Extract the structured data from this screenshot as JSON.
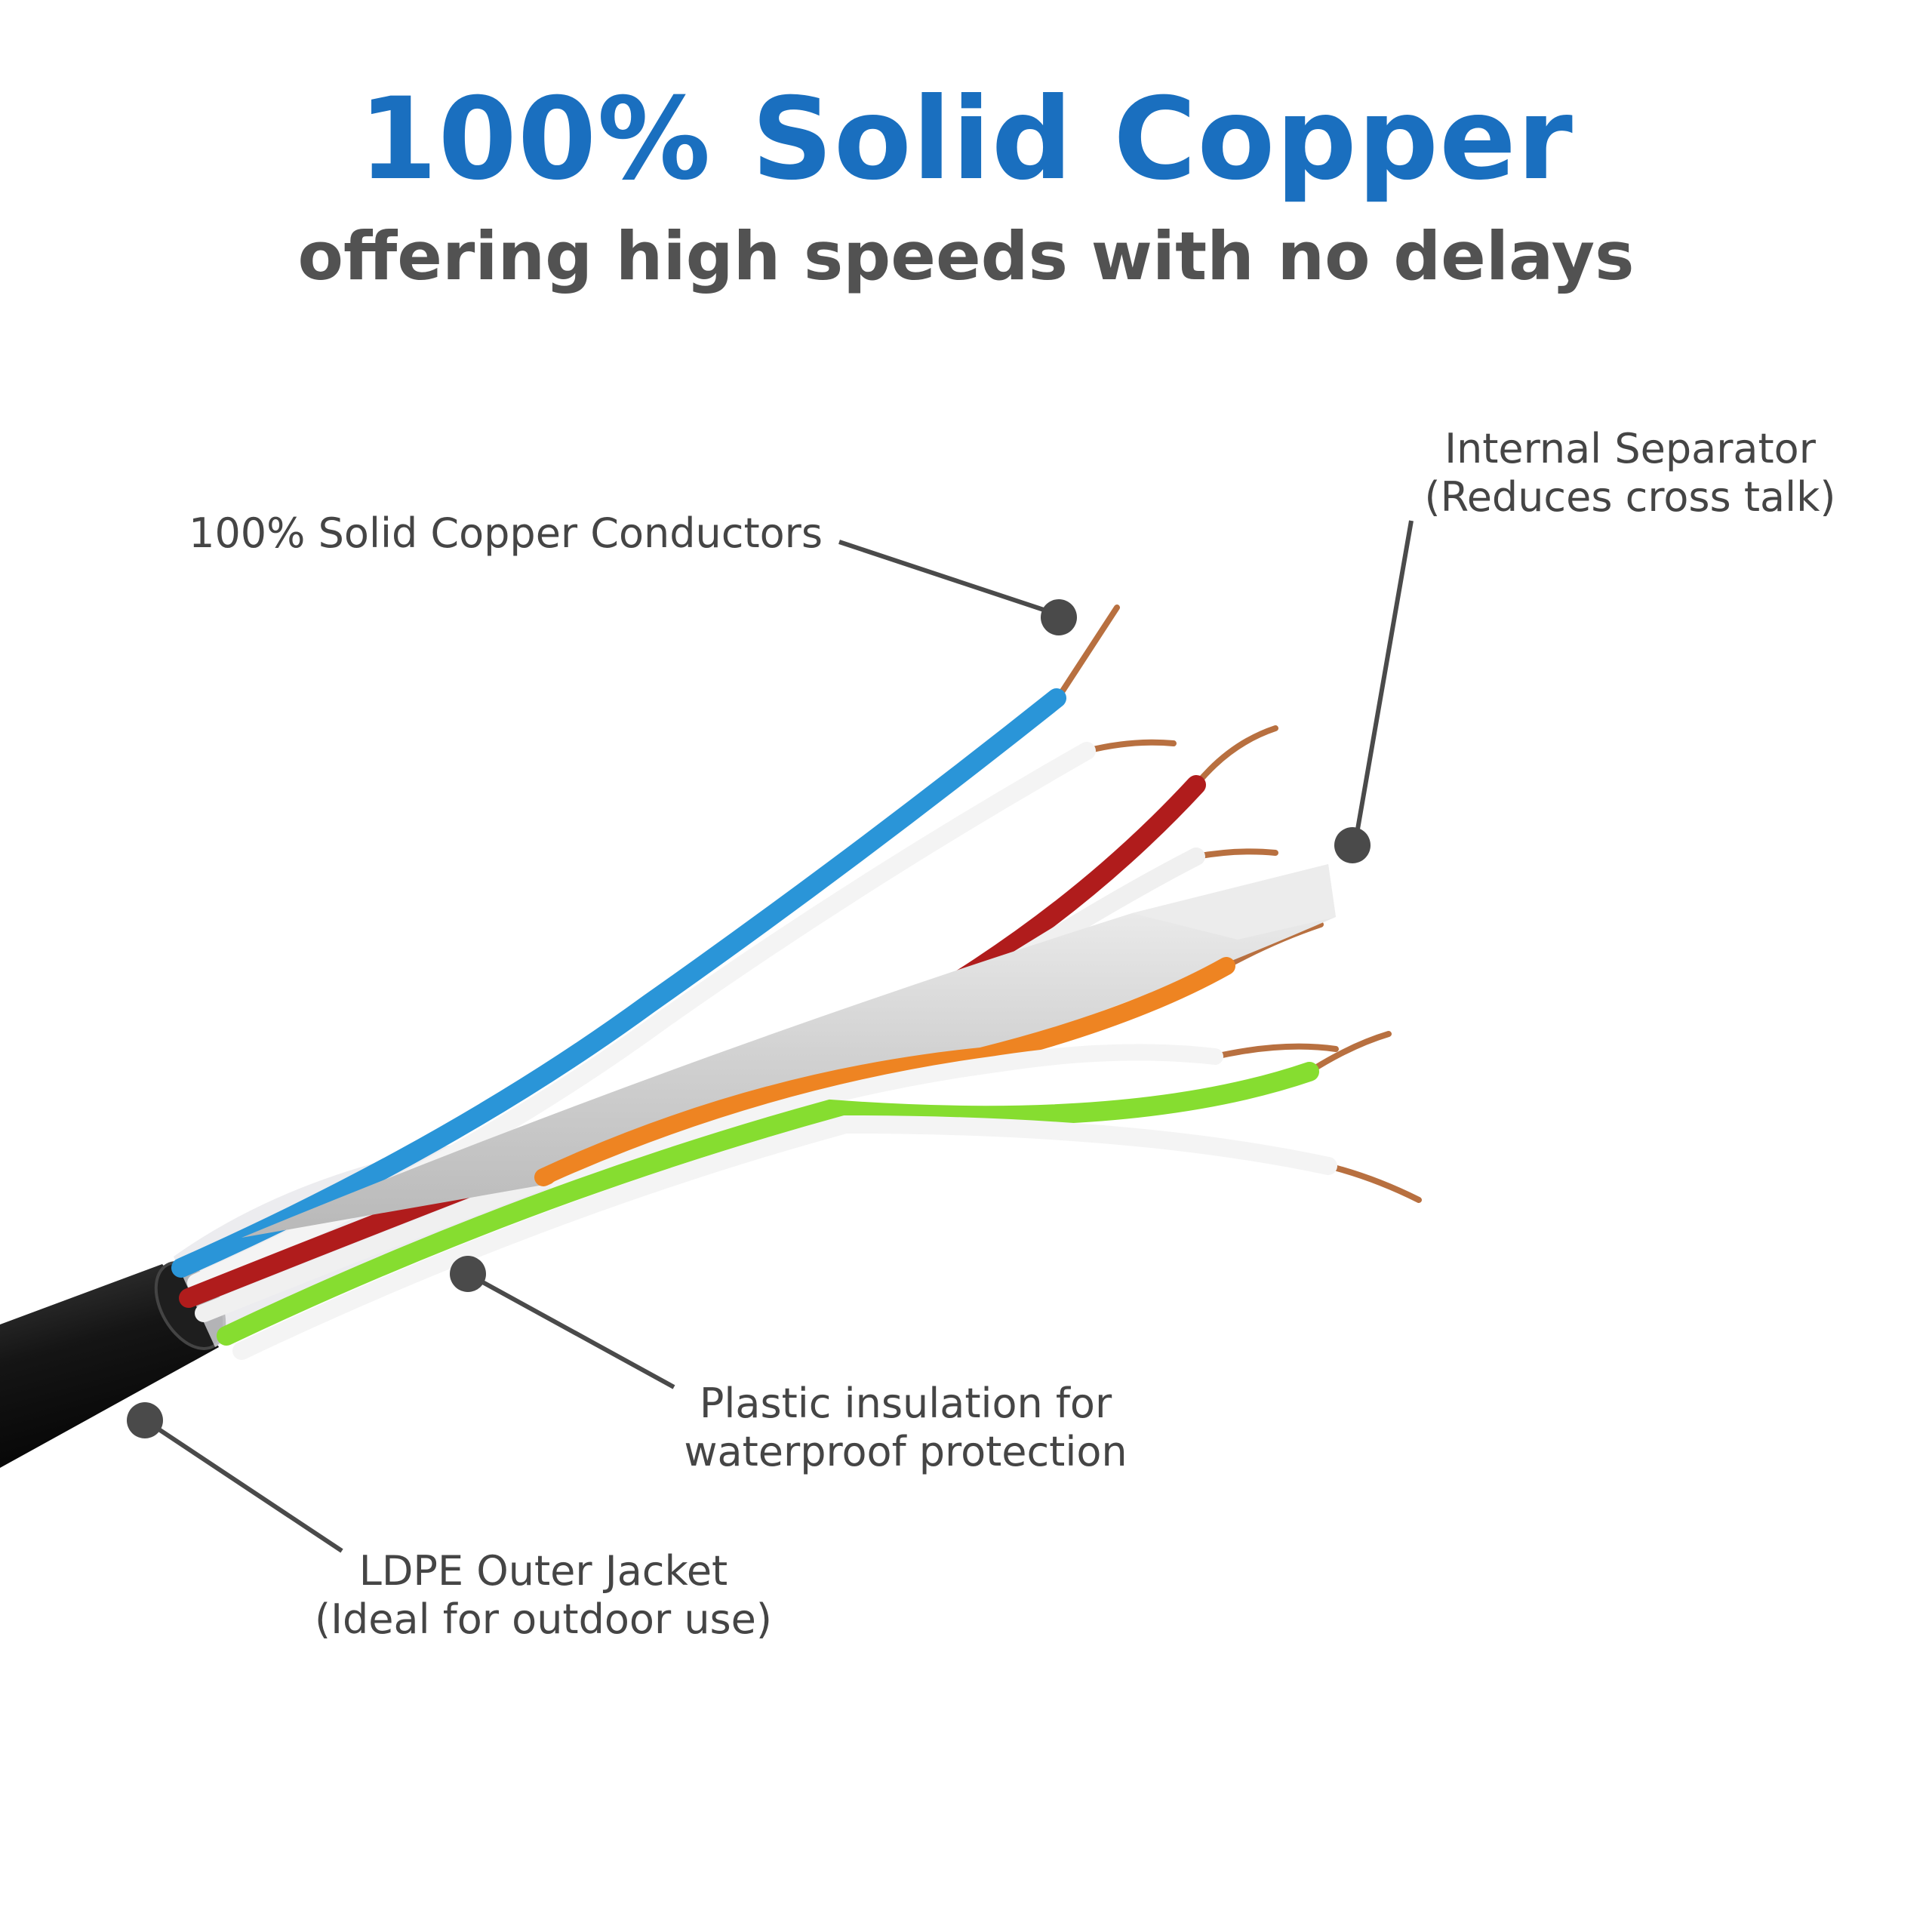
{
  "header": {
    "title": "100% Solid Copper",
    "subtitle": "offering high speeds with no delays"
  },
  "callouts": {
    "conductors": {
      "line1": "100% Solid Copper Conductors"
    },
    "separator": {
      "line1": "Internal Separator",
      "line2": "(Reduces cross talk)"
    },
    "insulation": {
      "line1": "Plastic insulation for",
      "line2": "waterproof protection"
    },
    "jacket": {
      "line1": "LDPE Outer Jacket",
      "line2": "(Ideal for outdoor use)"
    }
  },
  "colors": {
    "title": "#1a6fbf",
    "subtitle": "#525252",
    "label": "#454545",
    "leader": "#4a4a4a",
    "jacket": "#151515",
    "copper": "#b87040",
    "pair_blue": "#2a95d8",
    "pair_red": "#b01c1c",
    "pair_orange": "#ee8422",
    "pair_green": "#86dd30",
    "separator": "#d6d6d6"
  }
}
